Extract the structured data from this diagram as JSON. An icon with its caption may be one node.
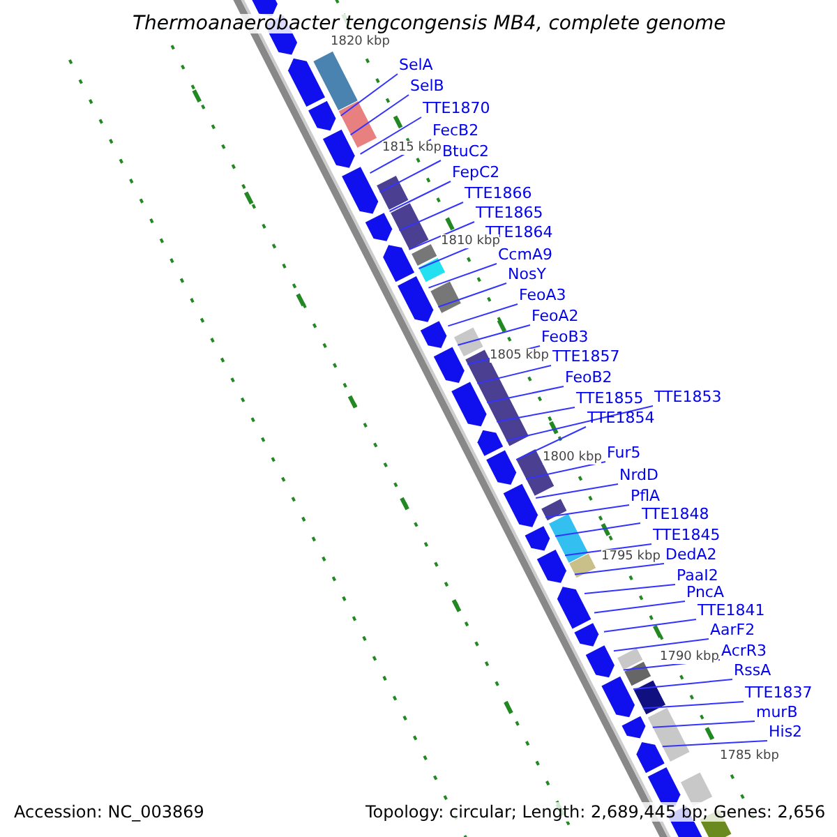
{
  "diagram": {
    "title": "Thermoanaerobacter tengcongensis MB4, complete genome",
    "nodes": [
      {
        "text": [
          "SelA"
        ]
      },
      {
        "text": [
          "SelB"
        ]
      },
      {
        "text": [
          "TTE1870"
        ]
      },
      {
        "text": [
          "FecB2"
        ]
      },
      {
        "text": [
          "BtuC2"
        ]
      },
      {
        "text": [
          "FepC2"
        ]
      },
      {
        "text": [
          "TTE1866"
        ]
      },
      {
        "text": [
          "TTE1865"
        ]
      },
      {
        "text": [
          "TTE1864"
        ]
      },
      {
        "text": [
          "CcmA9"
        ]
      },
      {
        "text": [
          "NosY"
        ]
      },
      {
        "text": [
          "FeoA3"
        ]
      },
      {
        "text": [
          "FeoA2"
        ]
      },
      {
        "text": [
          "FeoB3"
        ]
      },
      {
        "text": [
          "TTE1857"
        ]
      },
      {
        "text": [
          "FeoB2"
        ]
      },
      {
        "text": [
          "TTE1855"
        ]
      },
      {
        "text": [
          "TTE1853"
        ]
      },
      {
        "text": [
          "TTE1854"
        ]
      },
      {
        "text": [
          "Fur5"
        ]
      },
      {
        "text": [
          "NrdD"
        ]
      },
      {
        "text": [
          "PflA"
        ]
      },
      {
        "text": [
          "TTE1848"
        ]
      },
      {
        "text": [
          "TTE1845"
        ]
      },
      {
        "text": [
          "DedA2"
        ]
      },
      {
        "text": [
          "PaaI2"
        ]
      },
      {
        "text": [
          "PncA"
        ]
      },
      {
        "text": [
          "TTE1841"
        ]
      },
      {
        "text": [
          "AarF2"
        ]
      },
      {
        "text": [
          "AcrR3"
        ]
      },
      {
        "text": [
          "RssA"
        ]
      },
      {
        "text": [
          "TTE1837"
        ]
      },
      {
        "text": [
          "murB"
        ]
      },
      {
        "text": [
          "His2"
        ]
      }
    ],
    "edges": [
      {
        "from": 0,
        "to": null,
        "arrow": "none"
      },
      {
        "from": 1,
        "to": null,
        "arrow": "none"
      },
      {
        "from": 2,
        "to": null,
        "arrow": "none"
      },
      {
        "from": 3,
        "to": null,
        "arrow": "none"
      },
      {
        "from": 4,
        "to": null,
        "arrow": "none"
      },
      {
        "from": 5,
        "to": null,
        "arrow": "none"
      },
      {
        "from": 6,
        "to": null,
        "arrow": "none"
      },
      {
        "from": 7,
        "to": null,
        "arrow": "none"
      },
      {
        "from": 8,
        "to": null,
        "arrow": "none"
      },
      {
        "from": 9,
        "to": null,
        "arrow": "none"
      },
      {
        "from": 10,
        "to": null,
        "arrow": "none"
      },
      {
        "from": 11,
        "to": null,
        "arrow": "none"
      },
      {
        "from": 12,
        "to": null,
        "arrow": "none"
      },
      {
        "from": 13,
        "to": null,
        "arrow": "none"
      },
      {
        "from": 14,
        "to": null,
        "arrow": "none"
      },
      {
        "from": 15,
        "to": null,
        "arrow": "none"
      },
      {
        "from": 16,
        "to": null,
        "arrow": "none"
      },
      {
        "from": 17,
        "to": null,
        "arrow": "none"
      },
      {
        "from": 18,
        "to": null,
        "arrow": "none"
      },
      {
        "from": 19,
        "to": null,
        "arrow": "none"
      },
      {
        "from": 20,
        "to": null,
        "arrow": "none"
      },
      {
        "from": 21,
        "to": null,
        "arrow": "none"
      },
      {
        "from": 22,
        "to": null,
        "arrow": "none"
      },
      {
        "from": 23,
        "to": null,
        "arrow": "none"
      },
      {
        "from": 24,
        "to": null,
        "arrow": "none"
      },
      {
        "from": 25,
        "to": null,
        "arrow": "none"
      },
      {
        "from": 26,
        "to": null,
        "arrow": "none"
      },
      {
        "from": 27,
        "to": null,
        "arrow": "none"
      },
      {
        "from": 28,
        "to": null,
        "arrow": "none"
      },
      {
        "from": 29,
        "to": null,
        "arrow": "none"
      },
      {
        "from": 30,
        "to": null,
        "arrow": "none"
      },
      {
        "from": 31,
        "to": null,
        "arrow": "none"
      },
      {
        "from": 32,
        "to": null,
        "arrow": "none"
      },
      {
        "from": 33,
        "to": null,
        "arrow": "none"
      }
    ],
    "labels": [
      "1820 kbp",
      "1815 kbp",
      "1810 kbp",
      "1805 kbp",
      "1800 kbp",
      "1795 kbp",
      "1790 kbp",
      "1785 kbp",
      "Accession: NC_003869",
      "Topology: circular; Length: 2,689,445 bp; Genes: 2,656"
    ]
  }
}
